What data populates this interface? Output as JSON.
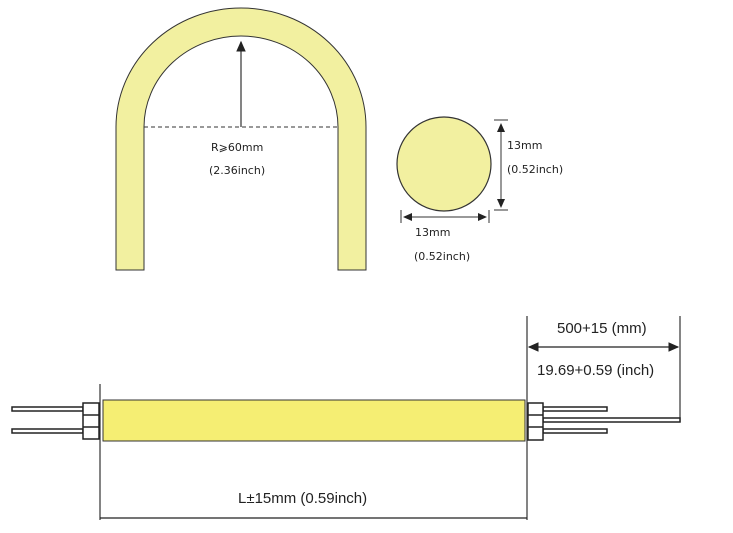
{
  "bend": {
    "radius_mm": "R⩾60mm",
    "radius_inch": "(2.36inch)"
  },
  "cross_section": {
    "height_mm": "13mm",
    "height_inch": "(0.52inch)",
    "width_mm": "13mm",
    "width_inch": "(0.52inch)"
  },
  "strip": {
    "lead_mm": "500+15 (mm)",
    "lead_inch": "19.69+0.59 (inch)",
    "length": "L±15mm (0.59inch)"
  },
  "colors": {
    "profile": "#f2f0a0",
    "strip": "#f5ee73",
    "line": "#222222"
  }
}
